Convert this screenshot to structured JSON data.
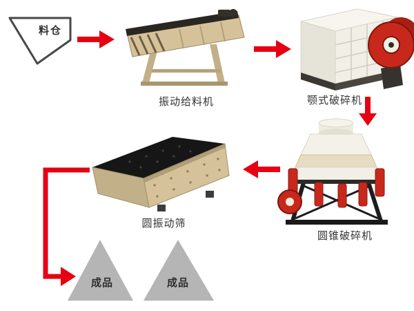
{
  "colors": {
    "arrow": "#e60012",
    "beige": "#d6c29a",
    "dark": "#2a2723",
    "machine_white": "#f1efe6",
    "flywheel_red": "#c8281c",
    "triangle_gray": "#b5b5b5",
    "label_text": "#333333",
    "outline": "#474747"
  },
  "nodes": {
    "silo": {
      "label": "料仓"
    },
    "feeder": {
      "label": "振动给料机"
    },
    "jaw_crusher": {
      "label": "颚式破碎机"
    },
    "cone_crusher": {
      "label": "圆锥破碎机"
    },
    "vibrating_screen": {
      "label": "圆振动筛"
    },
    "product_left": {
      "label": "成品"
    },
    "product_right": {
      "label": "成品"
    }
  },
  "edges": [
    {
      "from": "silo",
      "to": "feeder",
      "direction": "right"
    },
    {
      "from": "feeder",
      "to": "jaw_crusher",
      "direction": "right"
    },
    {
      "from": "jaw_crusher",
      "to": "cone_crusher",
      "direction": "down"
    },
    {
      "from": "cone_crusher",
      "to": "vibrating_screen",
      "direction": "left"
    },
    {
      "from": "vibrating_screen",
      "to": "products",
      "direction": "down-right"
    }
  ]
}
